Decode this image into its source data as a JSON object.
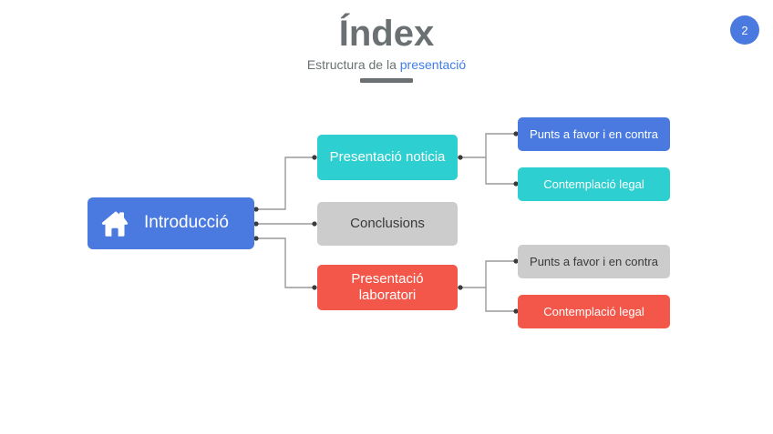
{
  "slide": {
    "title": "Índex",
    "subtitle_prefix": "Estructura de la ",
    "subtitle_accent": "presentació",
    "page_number": "2",
    "colors": {
      "blue": "#4a7ae0",
      "teal": "#2ecfd0",
      "red": "#f2574a",
      "gray": "#cccccc",
      "title_gray": "#6b7173",
      "accent_link": "#3f7ee8",
      "background": "#ffffff",
      "connector": "#9a9a9a"
    }
  },
  "diagram": {
    "root": {
      "label": "Introducció",
      "icon": "home-icon",
      "color": "#4a7ae0"
    },
    "middle": [
      {
        "label": "Presentació noticia",
        "color": "#2ecfd0"
      },
      {
        "label": "Conclusions",
        "color": "#cccccc"
      },
      {
        "label": "Presentació laboratori",
        "color": "#f2574a"
      }
    ],
    "right": [
      {
        "label": "Punts a favor i en contra",
        "color": "#4a7ae0"
      },
      {
        "label": "Contemplació legal",
        "color": "#2ecfd0"
      },
      {
        "label": "Punts a favor i en contra",
        "color": "#cccccc"
      },
      {
        "label": "Contemplació legal",
        "color": "#f2574a"
      }
    ]
  }
}
